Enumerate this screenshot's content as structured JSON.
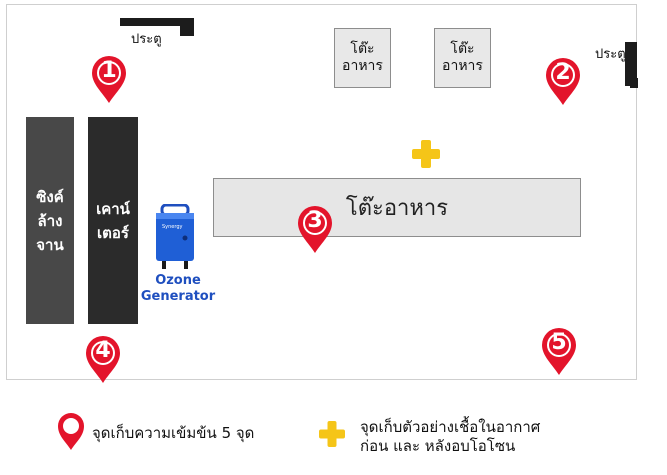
{
  "room": {
    "door_left_label": "ประตู",
    "door_right_label": "ประตู",
    "small_table_1": "โต๊ะ\nอาหาร",
    "small_table_2": "โต๊ะ\nอาหาร",
    "big_table": "โต๊ะอาหาร",
    "sink": "ซิงค์\nล้าง\nจาน",
    "counter": "เคาน์\nเตอร์",
    "ozone_device_text": "Synergy",
    "ozone_label": "Ozone\nGenerator"
  },
  "markers": [
    {
      "number": "1"
    },
    {
      "number": "2"
    },
    {
      "number": "3"
    },
    {
      "number": "4"
    },
    {
      "number": "5"
    }
  ],
  "legend": {
    "pin_text": "จุดเก็บความเข้มข้น 5 จุด",
    "cross_text": "จุดเก็บตัวอย่างเชื้อในอากาศ\nก่อน และ หลังอบโอโซน"
  },
  "colors": {
    "marker": "#e3142b",
    "cross": "#f5c518",
    "ozone": "#1f4fbf",
    "dark": "#2b2b2b"
  }
}
